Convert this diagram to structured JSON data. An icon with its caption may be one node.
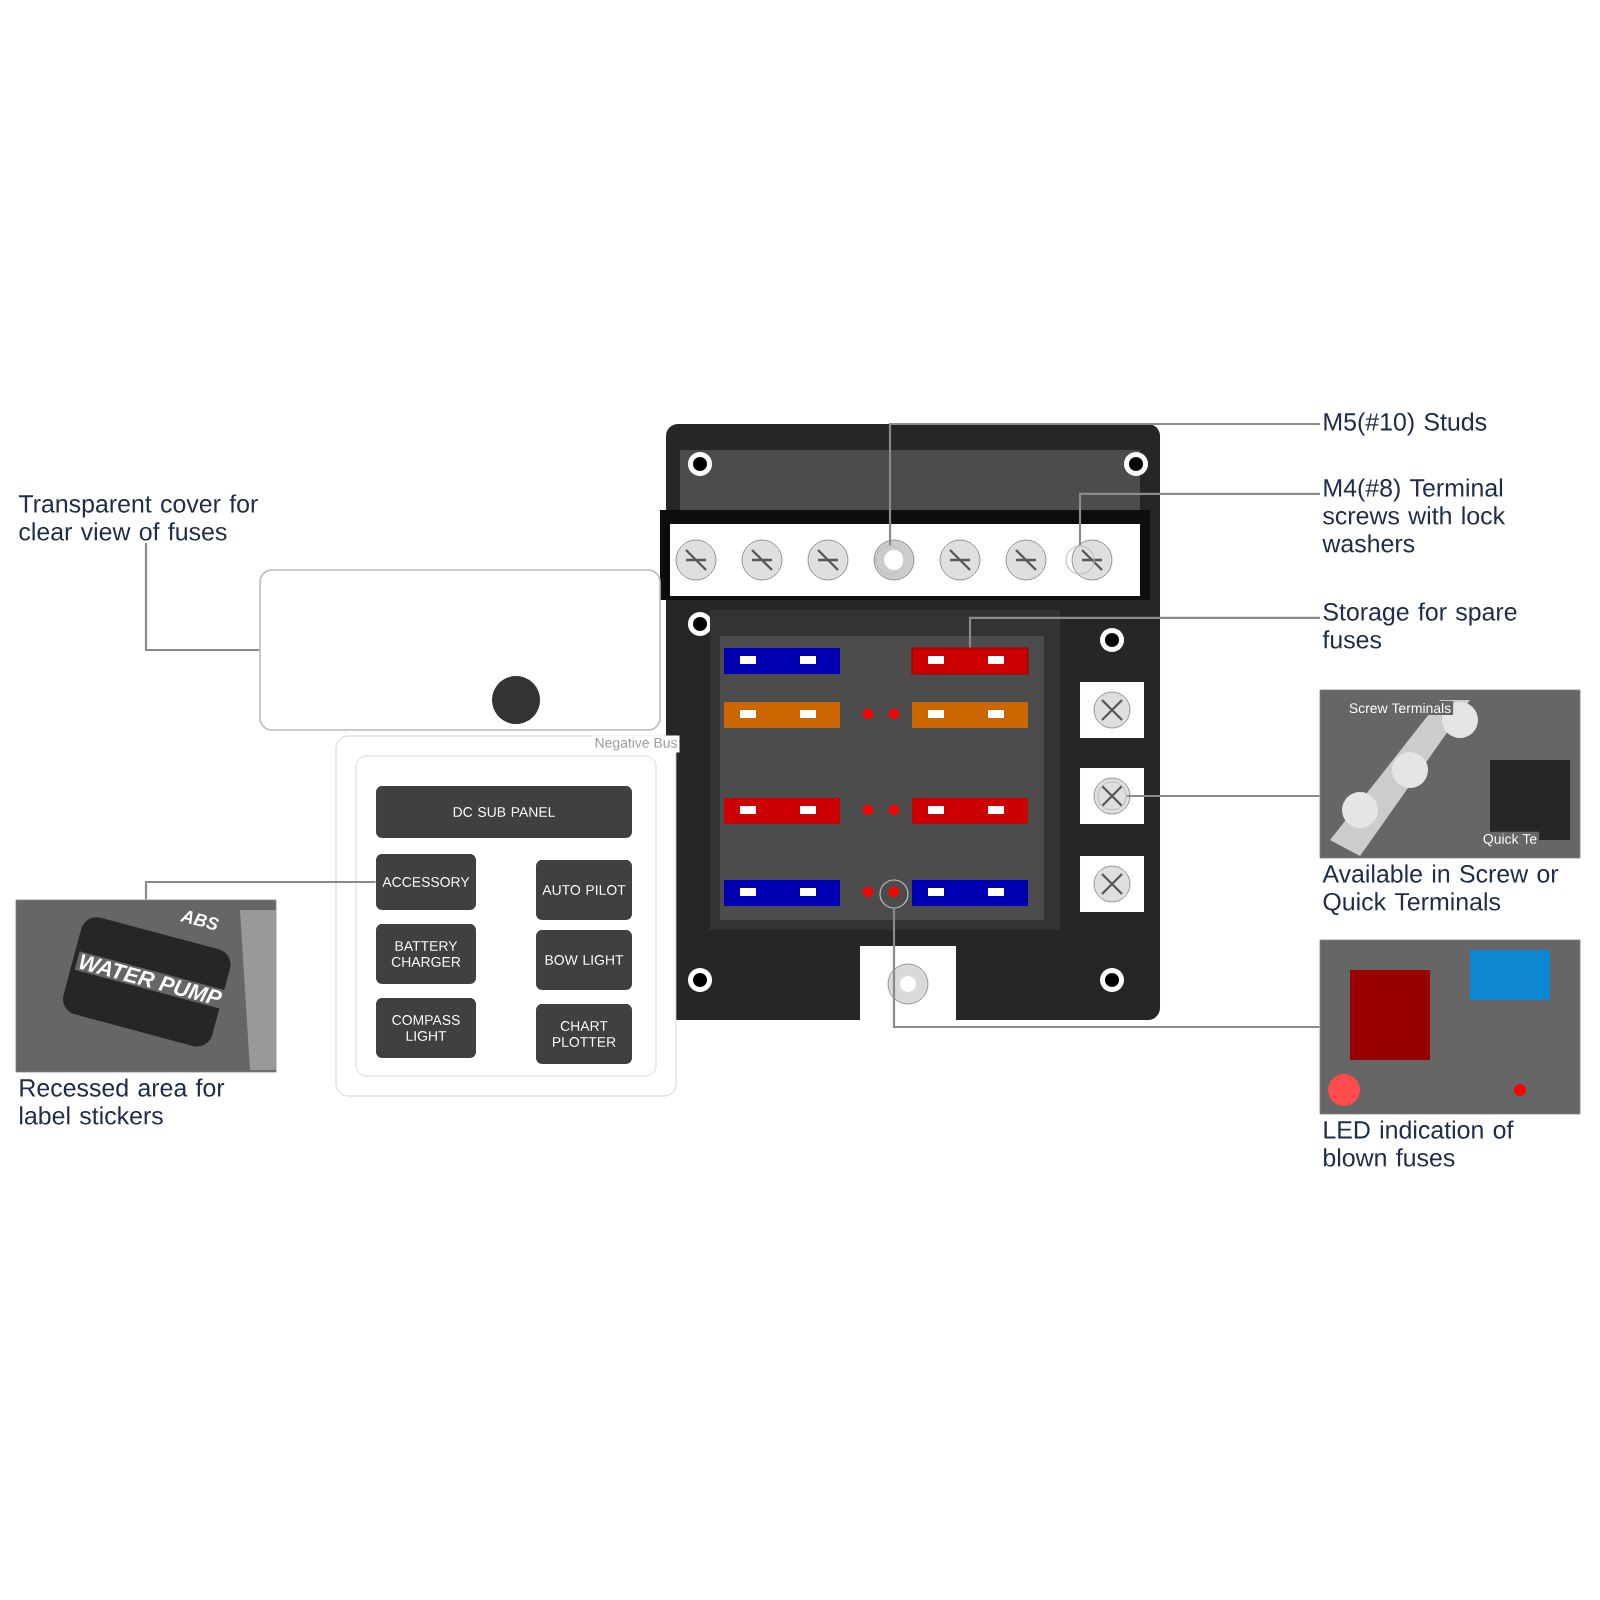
{
  "diagram": {
    "nodes": [
      {
        "text": [
          "Transparent cover for clear view of fuses"
        ]
      },
      {
        "text": [],
        "shape": "box"
      },
      {
        "text": [],
        "shape": "picture",
        "beside": [
          "Recessed area for label stickers"
        ]
      },
      {
        "text": [
          "DC SUB PANEL"
        ]
      },
      {
        "text": [
          "ACCESSORY"
        ]
      },
      {
        "text": [
          "AUTO PILOT"
        ]
      },
      {
        "text": [
          "BATTERY CHARGER"
        ]
      },
      {
        "text": [
          "BOW LIGHT"
        ]
      },
      {
        "text": [
          "COMPASS LIGHT"
        ]
      },
      {
        "text": [
          "CHART PLOTTER"
        ]
      },
      {
        "text": [
          "M5(#10) Studs"
        ]
      },
      {
        "text": [],
        "shape": "circle"
      },
      {
        "text": [
          "M4(#8) Terminal screws with lock washers"
        ]
      },
      {
        "text": [],
        "shape": "circle"
      },
      {
        "text": [
          "Storage for spare fuses"
        ]
      },
      {
        "text": [],
        "shape": "bar"
      },
      {
        "text": [],
        "shape": "picture",
        "beside": [
          "Available in Screw or Quick Terminals"
        ]
      },
      {
        "text": [],
        "shape": "circle"
      },
      {
        "text": [],
        "shape": "picture",
        "beside": [
          "LED indication of blown fuses"
        ]
      },
      {
        "text": [],
        "shape": "circle"
      }
    ],
    "edges": [
      {
        "from": 0,
        "to": 1,
        "arrow": "none"
      },
      {
        "from": 2,
        "to": 4,
        "arrow": "none"
      },
      {
        "from": 10,
        "to": 11,
        "arrow": "none"
      },
      {
        "from": 12,
        "to": 13,
        "arrow": "none"
      },
      {
        "from": 14,
        "to": 15,
        "arrow": "none"
      },
      {
        "from": 16,
        "to": 17,
        "arrow": "none"
      },
      {
        "from": 18,
        "to": 19,
        "arrow": "none"
      }
    ],
    "labels": [
      "Negative Bus",
      "ABS",
      "WATER PUMP",
      "Screw Terminals",
      "Quick Te"
    ]
  }
}
